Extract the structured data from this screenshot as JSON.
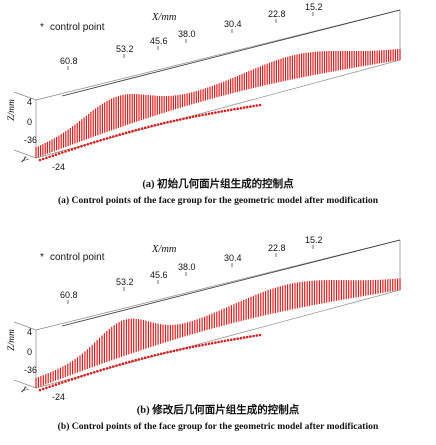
{
  "chart_data": [
    {
      "type": "scatter",
      "title": "",
      "xlabel": "X/mm",
      "ylabel": "",
      "zlabel": "Z/mm",
      "x_ticks": [
        "60.8",
        "53.2",
        "45.6",
        "38.0",
        "30.4",
        "22.8",
        "15.2"
      ],
      "y_ticks": [
        "-36",
        "-24"
      ],
      "z_ticks": [
        "4",
        "0"
      ],
      "y_axis_mark": "Y",
      "legend": {
        "label": "control point",
        "marker": "*",
        "position": "top-left"
      },
      "series": [
        {
          "name": "control point",
          "color": "#d62020"
        }
      ],
      "caption_cn": "(a) 初始几何面片组生成的控制点",
      "caption_en": "(a) Control points of the face group for the geometric model after modification"
    },
    {
      "type": "scatter",
      "title": "",
      "xlabel": "X/mm",
      "ylabel": "",
      "zlabel": "Z/mm",
      "x_ticks": [
        "60.8",
        "53.2",
        "45.6",
        "38.0",
        "30.4",
        "22.8",
        "15.2"
      ],
      "y_ticks": [
        "-36",
        "-24"
      ],
      "z_ticks": [
        "4",
        "0"
      ],
      "y_axis_mark": "Y",
      "legend": {
        "label": "control point",
        "marker": "*",
        "position": "top-left"
      },
      "series": [
        {
          "name": "control point",
          "color": "#d62020"
        }
      ],
      "caption_cn": "(b) 修改后几何面片组生成的控制点",
      "caption_en": "(b) Control points of the face group for the geometric model after modification"
    }
  ]
}
